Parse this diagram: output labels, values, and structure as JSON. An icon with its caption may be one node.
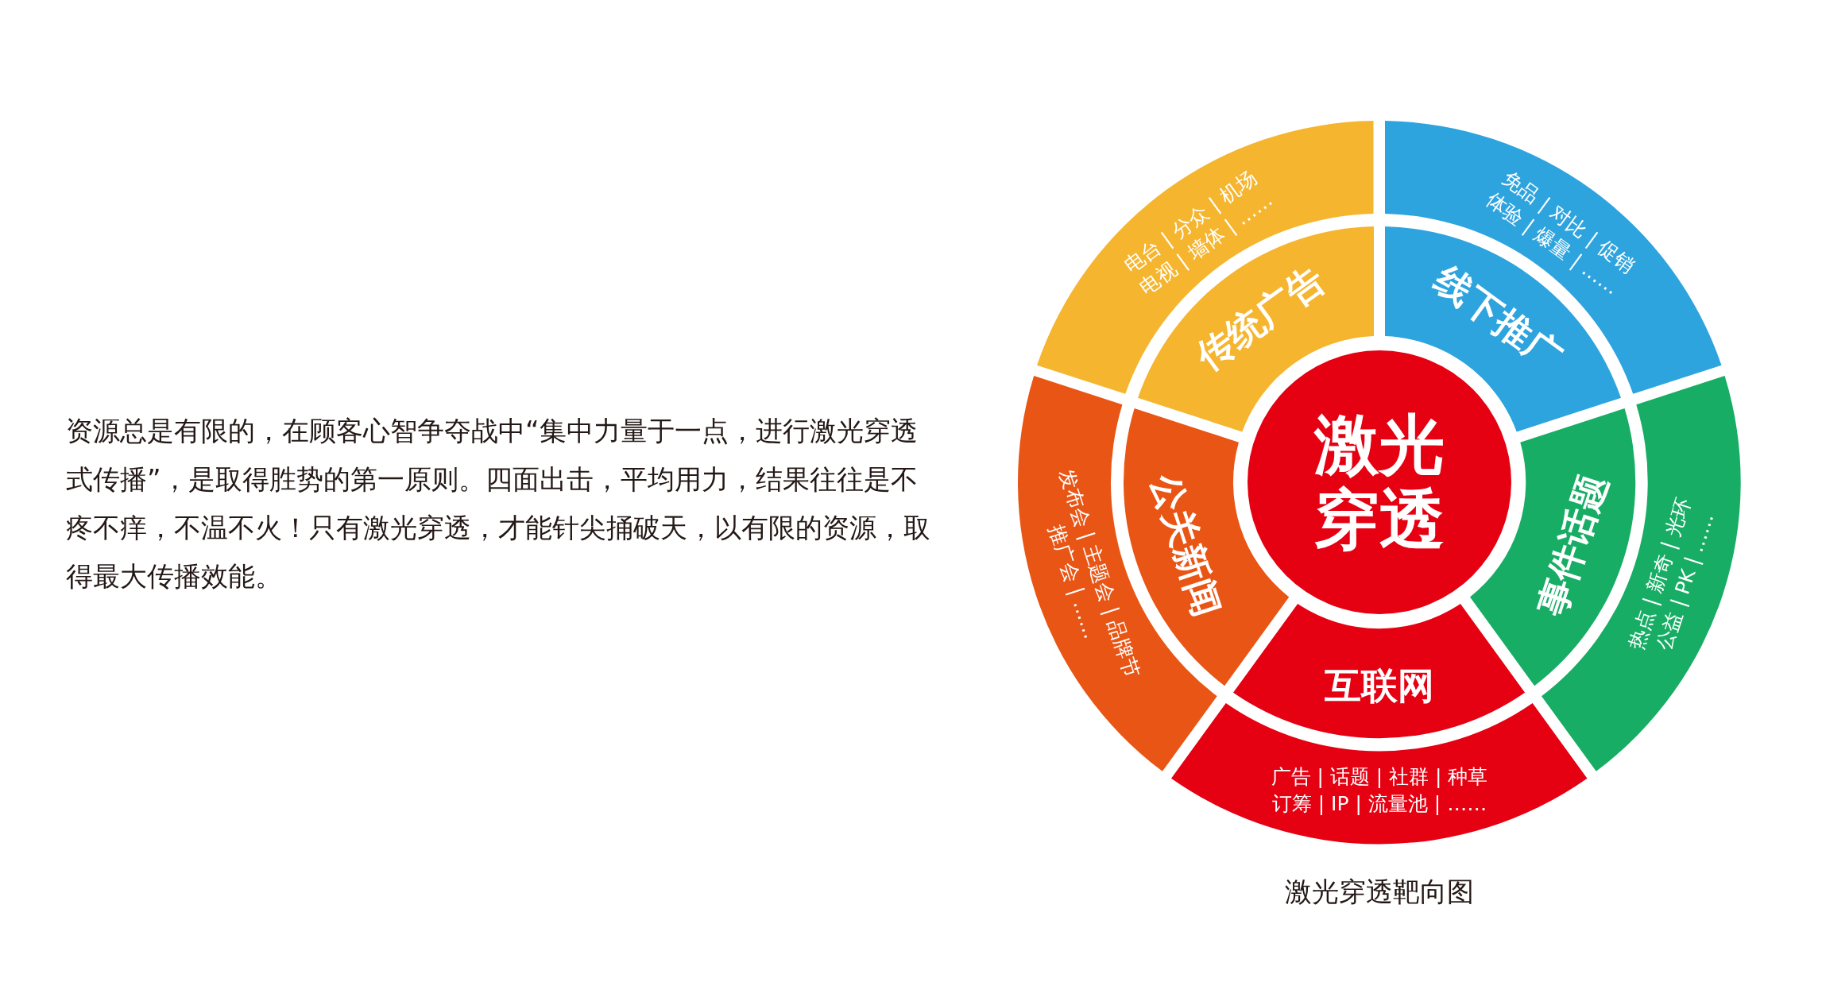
{
  "diagram": {
    "caption": "激光穿透靶向图",
    "nodes": [
      {
        "text": [
          "激光穿透"
        ]
      },
      {
        "text": [
          "传统广告"
        ]
      },
      {
        "text": [
          "线下推广"
        ]
      },
      {
        "text": [
          "事件话题"
        ]
      },
      {
        "text": [
          "互联网"
        ]
      },
      {
        "text": [
          "公关新闻"
        ]
      },
      {
        "text": [
          "电台 | 分众 | 机场",
          "电视 | 墙体 | ……"
        ]
      },
      {
        "text": [
          "免品 | 对比 | 促销",
          "体验 | 爆量 | ……"
        ]
      },
      {
        "text": [
          "热点 | 新奇 | 光环",
          "公益 | PK | ……"
        ]
      },
      {
        "text": [
          "广告 | 话题 | 社群 | 种草",
          "订筹 | IP | 流量池 | ……"
        ]
      },
      {
        "text": [
          "发布会 | 主题会 | 品牌节",
          "推广会 | ……"
        ]
      }
    ],
    "labels": [
      "资源总是有限的，在顾客心智争夺战中“集中力量于一点，进行激光穿透式传播”，是取得胜势的第一原则。四面出击，平均用力，结果往往是不疼不痒，不温不火！只有激光穿透，才能针尖捅破天，以有限的资源，取得最大传播效能。"
    ]
  }
}
